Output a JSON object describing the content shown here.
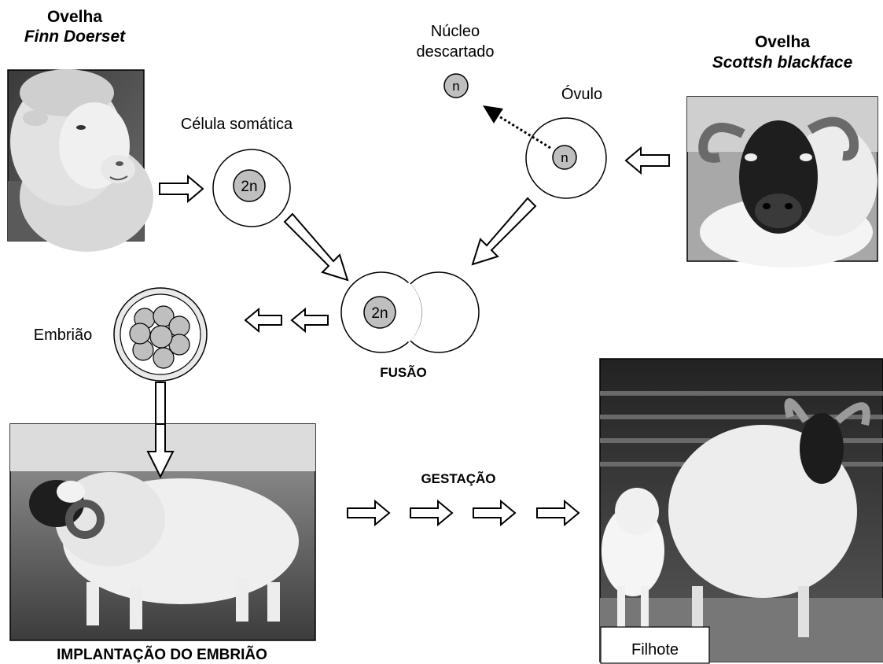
{
  "donor": {
    "title": "Ovelha",
    "breed": "Finn Doerset"
  },
  "egg_donor": {
    "title": "Ovelha",
    "breed": "Scottsh blackface"
  },
  "somatic_cell": {
    "label": "Célula somática",
    "nucleus": "2n"
  },
  "ovum": {
    "label": "Óvulo",
    "nucleus": "n"
  },
  "discarded": {
    "label_line1": "Núcleo",
    "label_line2": "descartado",
    "nucleus": "n"
  },
  "fusion": {
    "label": "FUSÃO",
    "nucleus": "2n"
  },
  "embryo": {
    "label": "Embrião"
  },
  "implant": {
    "label": "IMPLANTAÇÃO DO EMBRIÃO"
  },
  "gestation": {
    "label": "GESTAÇÃO"
  },
  "offspring": {
    "label": "Filhote"
  },
  "colors": {
    "nucleus_fill": "#bfbfbf",
    "stroke": "#000000",
    "photo_bg": "#8a8a8a"
  }
}
